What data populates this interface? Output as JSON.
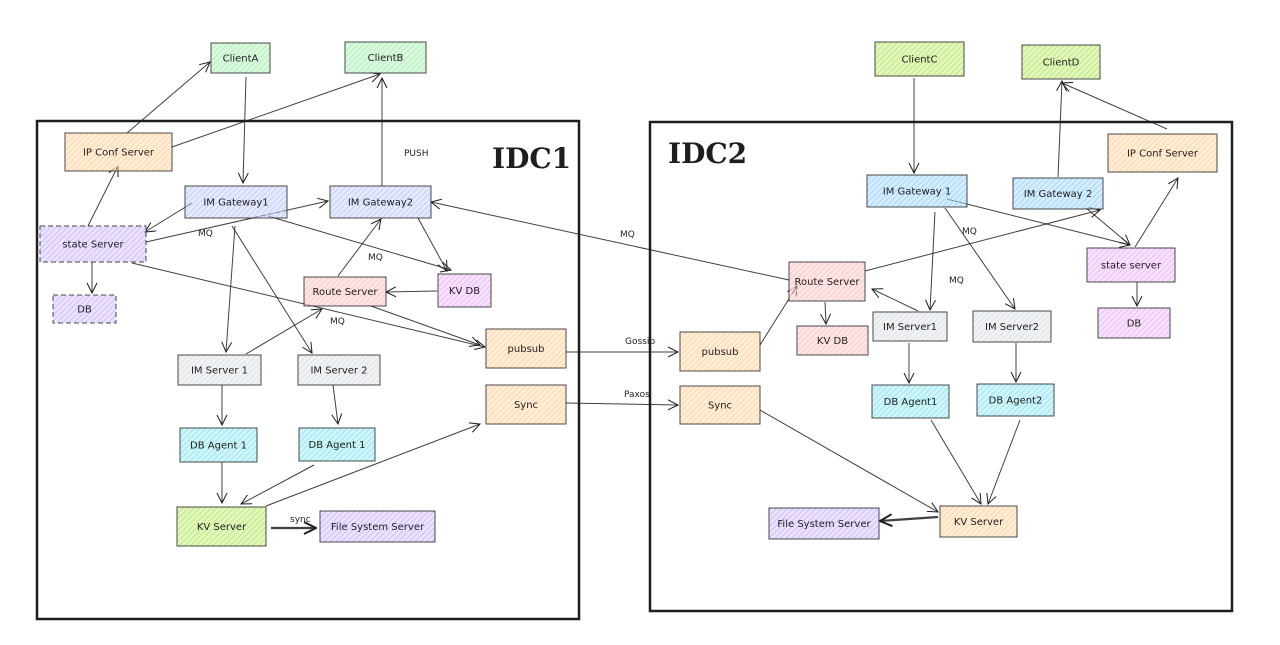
{
  "colors": {
    "green": "#b2f2bb",
    "orange": "#ffd8a8",
    "yellow": "#ffec99",
    "blue": "#a5d8ff",
    "indigo": "#c5d0fb",
    "lavender": "#d0bfff",
    "violet": "#eebefa",
    "pink": "#ffc9c9",
    "gray": "#dee2e6",
    "cyan": "#99e9f2",
    "lime": "#c0eb75",
    "stroke": "#1e1e1e"
  },
  "containers": [
    {
      "id": "idc1",
      "title": "IDC1"
    },
    {
      "id": "idc2",
      "title": "IDC2"
    }
  ],
  "nodes": [
    {
      "id": "clientA",
      "label": "ClientA",
      "color": "green"
    },
    {
      "id": "clientB",
      "label": "ClientB",
      "color": "green"
    },
    {
      "id": "ipconf1",
      "label": "IP Conf Server",
      "color": "orange"
    },
    {
      "id": "gw1a",
      "label": "IM Gateway1",
      "color": "indigo"
    },
    {
      "id": "gw1b",
      "label": "IM Gateway2",
      "color": "indigo"
    },
    {
      "id": "state1",
      "label": "state Server",
      "color": "lavender",
      "dashed": true
    },
    {
      "id": "db1",
      "label": "DB",
      "color": "lavender",
      "dashed": true
    },
    {
      "id": "route1",
      "label": "Route Server",
      "color": "pink"
    },
    {
      "id": "kvdb1",
      "label": "KV DB",
      "color": "violet"
    },
    {
      "id": "ims1a",
      "label": "IM Server 1",
      "color": "gray"
    },
    {
      "id": "ims1b",
      "label": "IM Server 2",
      "color": "gray"
    },
    {
      "id": "dba1a",
      "label": "DB Agent 1",
      "color": "cyan"
    },
    {
      "id": "dba1b",
      "label": "DB Agent 1",
      "color": "cyan"
    },
    {
      "id": "kvs1",
      "label": "KV Server",
      "color": "lime"
    },
    {
      "id": "fss1",
      "label": "File System Server",
      "color": "lavender"
    },
    {
      "id": "pubsub1",
      "label": "pubsub",
      "color": "orange"
    },
    {
      "id": "sync1",
      "label": "Sync",
      "color": "orange"
    },
    {
      "id": "pubsub2",
      "label": "pubsub",
      "color": "orange"
    },
    {
      "id": "sync2",
      "label": "Sync",
      "color": "orange"
    },
    {
      "id": "clientC",
      "label": "ClientC",
      "color": "lime"
    },
    {
      "id": "clientD",
      "label": "ClientD",
      "color": "lime"
    },
    {
      "id": "ipconf2",
      "label": "IP Conf Server",
      "color": "orange"
    },
    {
      "id": "gw2a",
      "label": "IM Gateway 1",
      "color": "blue"
    },
    {
      "id": "gw2b",
      "label": "IM Gateway 2",
      "color": "blue"
    },
    {
      "id": "state2",
      "label": "state server",
      "color": "violet"
    },
    {
      "id": "db2",
      "label": "DB",
      "color": "violet"
    },
    {
      "id": "route2",
      "label": "Route Server",
      "color": "pink"
    },
    {
      "id": "kvdb2",
      "label": "KV DB",
      "color": "pink"
    },
    {
      "id": "ims2a",
      "label": "IM Server1",
      "color": "gray"
    },
    {
      "id": "ims2b",
      "label": "IM Server2",
      "color": "gray"
    },
    {
      "id": "dba2a",
      "label": "DB Agent1",
      "color": "cyan"
    },
    {
      "id": "dba2b",
      "label": "DB Agent2",
      "color": "cyan"
    },
    {
      "id": "kvs2",
      "label": "KV Server",
      "color": "orange"
    },
    {
      "id": "fss2",
      "label": "File System Server",
      "color": "lavender"
    }
  ],
  "edges": [
    {
      "from": "ipconf1",
      "to": "clientA",
      "label": ""
    },
    {
      "from": "ipconf1",
      "to": "clientB",
      "label": ""
    },
    {
      "from": "clientA",
      "to": "gw1a",
      "label": ""
    },
    {
      "from": "gw1b",
      "to": "clientB",
      "label": "PUSH"
    },
    {
      "from": "state1",
      "to": "ipconf1",
      "label": ""
    },
    {
      "from": "gw1a",
      "to": "state1",
      "label": ""
    },
    {
      "from": "state1",
      "to": "gw1b",
      "label": "MQ"
    },
    {
      "from": "state1",
      "to": "db1",
      "label": ""
    },
    {
      "from": "state1",
      "to": "pubsub1",
      "label": ""
    },
    {
      "from": "gw1a",
      "to": "kvdb1",
      "label": ""
    },
    {
      "from": "gw1b",
      "to": "kvdb1",
      "label": ""
    },
    {
      "from": "route1",
      "to": "gw1b",
      "label": "MQ"
    },
    {
      "from": "kvdb1",
      "to": "route1",
      "label": ""
    },
    {
      "from": "route1",
      "to": "pubsub1",
      "label": ""
    },
    {
      "from": "gw1a",
      "to": "ims1a",
      "label": ""
    },
    {
      "from": "gw1a",
      "to": "ims1b",
      "label": "MQ"
    },
    {
      "from": "ims1a",
      "to": "route1",
      "label": ""
    },
    {
      "from": "ims1a",
      "to": "dba1a",
      "label": ""
    },
    {
      "from": "ims1b",
      "to": "dba1b",
      "label": ""
    },
    {
      "from": "dba1a",
      "to": "kvs1",
      "label": ""
    },
    {
      "from": "dba1b",
      "to": "kvs1",
      "label": ""
    },
    {
      "from": "kvs1",
      "to": "sync1",
      "label": ""
    },
    {
      "from": "kvs1",
      "to": "fss1",
      "label": "sync",
      "bold": true
    },
    {
      "from": "pubsub1",
      "to": "pubsub2",
      "label": "Gossip"
    },
    {
      "from": "sync1",
      "to": "sync2",
      "label": "Paxos"
    },
    {
      "from": "route2",
      "to": "gw1b",
      "label": "MQ"
    },
    {
      "from": "pubsub2",
      "to": "route2",
      "label": ""
    },
    {
      "from": "sync2",
      "to": "kvs2",
      "label": ""
    },
    {
      "from": "clientC",
      "to": "gw2a",
      "label": ""
    },
    {
      "from": "gw2b",
      "to": "clientD",
      "label": ""
    },
    {
      "from": "ipconf2",
      "to": "clientD",
      "label": ""
    },
    {
      "from": "state2",
      "to": "ipconf2",
      "label": ""
    },
    {
      "from": "gw2a",
      "to": "state2",
      "label": ""
    },
    {
      "from": "gw2b",
      "to": "state2",
      "label": ""
    },
    {
      "from": "route2",
      "to": "gw2b",
      "label": ""
    },
    {
      "from": "gw2a",
      "to": "ims2a",
      "label": "MQ"
    },
    {
      "from": "gw2a",
      "to": "ims2b",
      "label": "MQ"
    },
    {
      "from": "ims2a",
      "to": "route2",
      "label": ""
    },
    {
      "from": "route2",
      "to": "kvdb2",
      "label": ""
    },
    {
      "from": "state2",
      "to": "db2",
      "label": ""
    },
    {
      "from": "ims2a",
      "to": "dba2a",
      "label": ""
    },
    {
      "from": "ims2b",
      "to": "dba2b",
      "label": ""
    },
    {
      "from": "dba2a",
      "to": "kvs2",
      "label": ""
    },
    {
      "from": "dba2b",
      "to": "kvs2",
      "label": ""
    },
    {
      "from": "kvs2",
      "to": "fss2",
      "label": "",
      "bold": true
    }
  ]
}
